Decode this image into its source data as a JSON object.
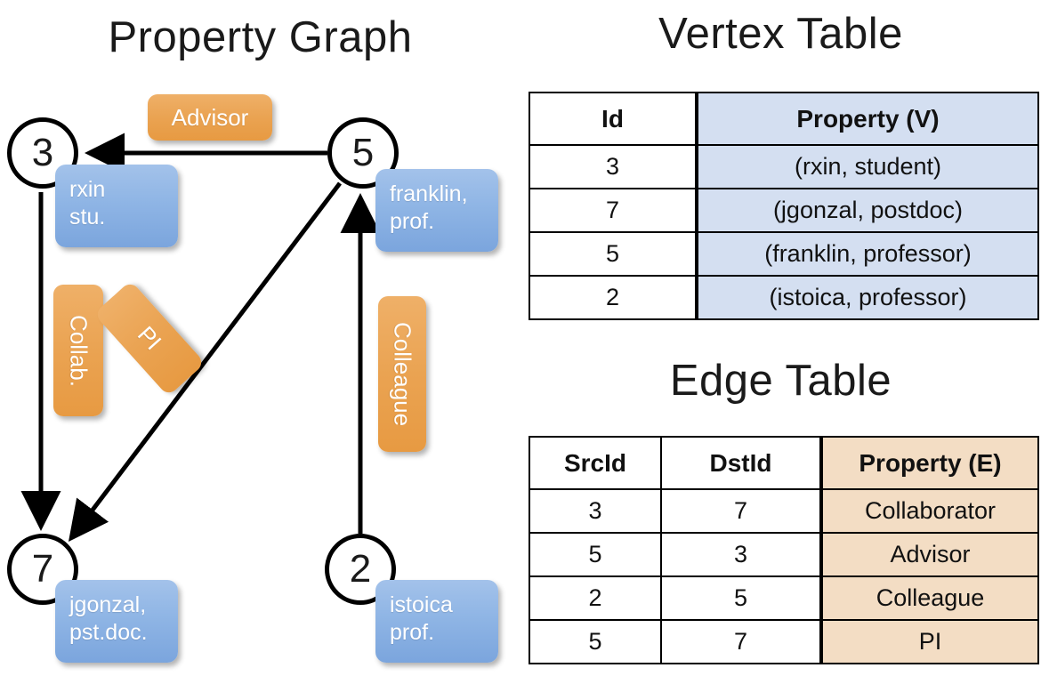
{
  "titles": {
    "property_graph": "Property Graph",
    "vertex_table": "Vertex Table",
    "edge_table": "Edge Table"
  },
  "graph": {
    "nodes": [
      {
        "id": "3",
        "label": "3",
        "property_line1": "rxin",
        "property_line2": "stu."
      },
      {
        "id": "5",
        "label": "5",
        "property_line1": "franklin,",
        "property_line2": "prof."
      },
      {
        "id": "7",
        "label": "7",
        "property_line1": "jgonzal,",
        "property_line2": "pst.doc."
      },
      {
        "id": "2",
        "label": "2",
        "property_line1": "istoica",
        "property_line2": "prof."
      }
    ],
    "edge_labels": [
      {
        "name": "advisor",
        "text": "Advisor"
      },
      {
        "name": "collab",
        "text": "Collab."
      },
      {
        "name": "pi",
        "text": "PI"
      },
      {
        "name": "colleague",
        "text": "Colleague"
      }
    ],
    "colors": {
      "node_fill": "#ffffff",
      "node_stroke": "#000000",
      "vertex_property_box": "#8fb5e5",
      "edge_label_box": "#eaa352",
      "arrow": "#000000"
    }
  },
  "vertex_table": {
    "headers": [
      "Id",
      "Property (V)"
    ],
    "rows": [
      [
        "3",
        "(rxin, student)"
      ],
      [
        "7",
        "(jgonzal, postdoc)"
      ],
      [
        "5",
        "(franklin, professor)"
      ],
      [
        "2",
        "(istoica, professor)"
      ]
    ],
    "property_fill": "#d4dff1"
  },
  "edge_table": {
    "headers": [
      "SrcId",
      "DstId",
      "Property (E)"
    ],
    "rows": [
      [
        "3",
        "7",
        "Collaborator"
      ],
      [
        "5",
        "3",
        "Advisor"
      ],
      [
        "2",
        "5",
        "Colleague"
      ],
      [
        "5",
        "7",
        "PI"
      ]
    ],
    "property_fill": "#f3ddc4"
  }
}
